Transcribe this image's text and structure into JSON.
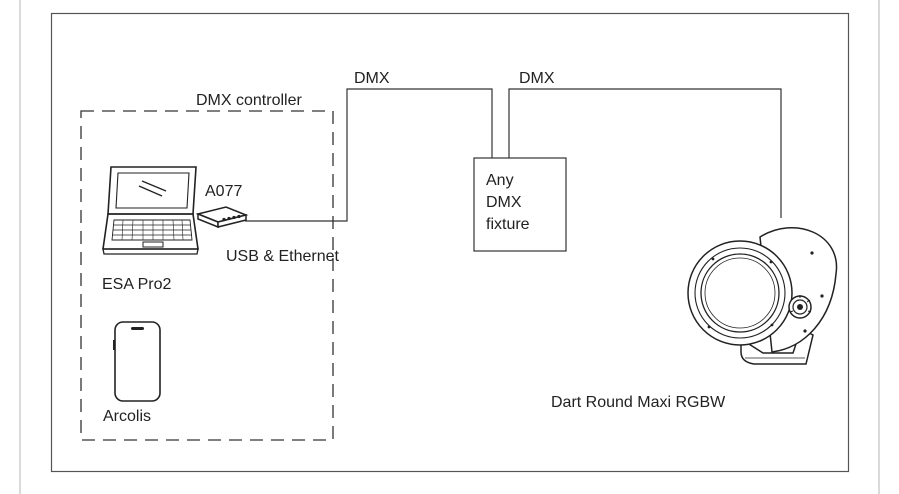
{
  "diagram": {
    "controller_group_label": "DMX controller",
    "laptop_label": "ESA Pro2",
    "interface_label": "A077",
    "connection_label": "USB & Ethernet",
    "phone_label": "Arcolis",
    "dmx_link_1_label": "DMX",
    "dmx_link_2_label": "DMX",
    "fixture_box": {
      "line1": "Any",
      "line2": "DMX",
      "line3": "fixture"
    },
    "luminaire_label": "Dart Round Maxi RGBW"
  },
  "icons": [
    "laptop-icon",
    "usb-interface-icon",
    "smartphone-icon",
    "spotlight-icon"
  ]
}
